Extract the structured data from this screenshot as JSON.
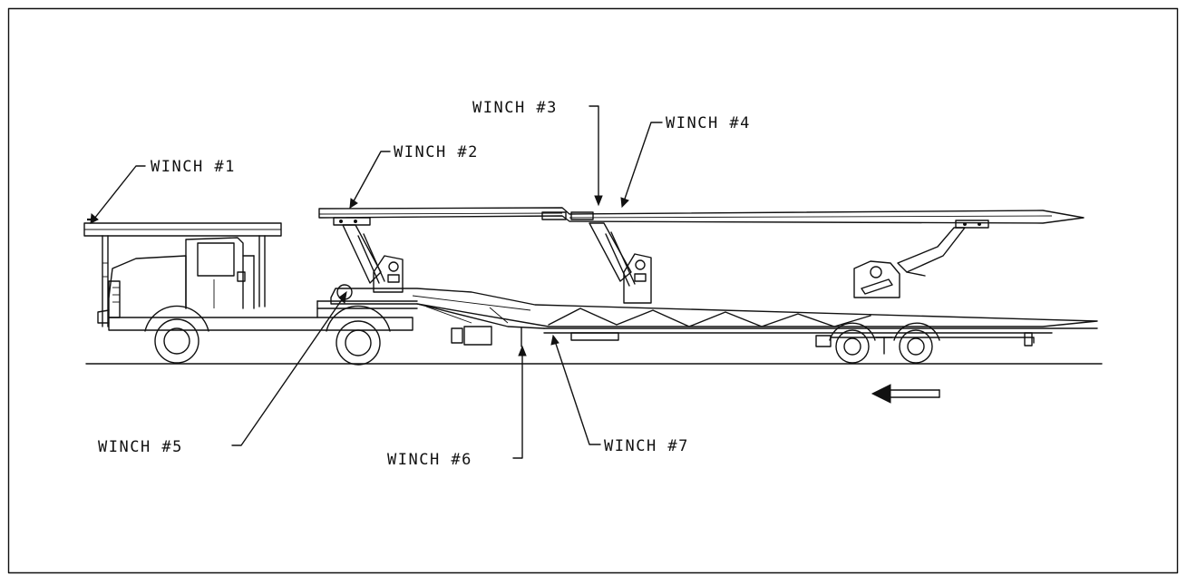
{
  "labels": {
    "winch1": "WINCH #1",
    "winch2": "WINCH #2",
    "winch3": "WINCH #3",
    "winch4": "WINCH #4",
    "winch5": "WINCH #5",
    "winch6": "WINCH #6",
    "winch7": "WINCH #7"
  },
  "colors": {
    "ink": "#111111",
    "background": "#ffffff"
  },
  "icons": {
    "direction": "arrow-left-icon"
  }
}
